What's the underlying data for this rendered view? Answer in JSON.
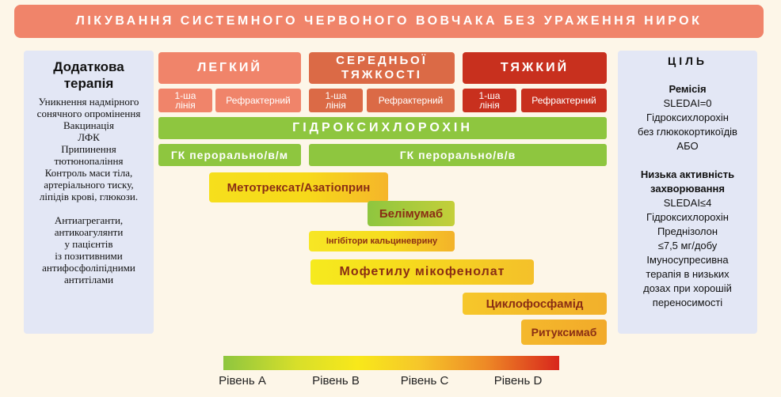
{
  "title": "ЛІКУВАННЯ СИСТЕМНОГО ЧЕРВОНОГО ВОВЧАКА БЕЗ УРАЖЕННЯ НИРОК",
  "left_panel": {
    "title_line1": "Додаткова",
    "title_line2": "терапія",
    "items": [
      "Уникнення надмірного",
      "сонячного опромінення",
      "Вакцинація",
      "ЛФК",
      "Припинення",
      "тютюнопаління",
      "Контроль маси тіла,",
      "артеріального тиску,",
      "ліпідів крові, глюкози."
    ],
    "items2": [
      "Антиагреганти,",
      "антикоагулянти",
      "у пацієнтів",
      "із позитивними",
      "антифосфоліпідними",
      "антитілами"
    ]
  },
  "severity": {
    "mild": "ЛЕГКИЙ",
    "moderate_line1": "СЕРЕДНЬОЇ",
    "moderate_line2": "ТЯЖКОСТІ",
    "severe": "ТЯЖКИЙ",
    "first_line_1": "1-ша",
    "first_line_2": "лінія",
    "refractory": "Рефрактерний"
  },
  "colors": {
    "mild": "#f0846a",
    "moderate": "#db6a46",
    "severe": "#c8301e",
    "green": "#8ec63f"
  },
  "treatments": {
    "hcq": "ГІДРОКСИХЛОРОХІН",
    "gc_mild": "ГК перорально/в/м",
    "gc_other": "ГК перорально/в/в",
    "mtx": "Метотрексат/Азатіоприн",
    "belimumab": "Белімумаб",
    "calcineurin": "Інгібітори кальциневрину",
    "mmf": "Мофетилу мікофенолат",
    "cyc": "Циклофосфамід",
    "rtx": "Ритуксимаб"
  },
  "levels": [
    "Рівень А",
    "Рівень В",
    "Рівень С",
    "Рівень D"
  ],
  "right_panel": {
    "title": "ЦІЛЬ",
    "remission_title": "Ремісія",
    "remission_lines": [
      "SLEDAI=0",
      "Гідроксихлорохін",
      "без глюкокортикоїдів",
      "АБО"
    ],
    "low_title_line1": "Низька активність",
    "low_title_line2": "захворювання",
    "low_lines": [
      "SLEDAI≤4",
      "Гідроксихлорохін",
      "Преднізолон",
      "≤7,5 мг/добу",
      "Імуносупресивна",
      "терапія в низьких",
      "дозах при хорошій",
      "переносимості"
    ]
  }
}
